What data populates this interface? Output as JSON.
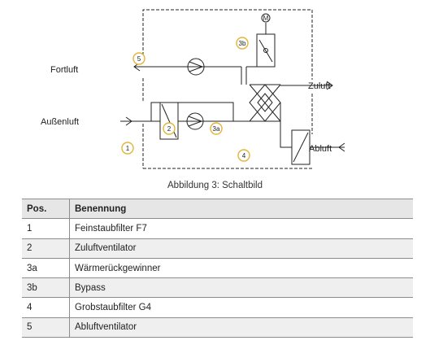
{
  "diagram": {
    "labels": {
      "fortluft": "Fortluft",
      "aussenluft": "Außenluft",
      "zuluft": "Zuluft",
      "abluft": "Abluft",
      "motor": "M"
    },
    "badges": [
      "1",
      "2",
      "3a",
      "3b",
      "4",
      "5"
    ]
  },
  "caption": "Abbildung 3: Schaltbild",
  "table": {
    "headers": [
      "Pos.",
      "Benennung"
    ],
    "rows": [
      {
        "pos": "1",
        "name": "Feinstaubfilter F7"
      },
      {
        "pos": "2",
        "name": "Zuluftventilator"
      },
      {
        "pos": "3a",
        "name": "Wärmerückgewinner"
      },
      {
        "pos": "3b",
        "name": "Bypass"
      },
      {
        "pos": "4",
        "name": "Grobstaubfilter G4"
      },
      {
        "pos": "5",
        "name": "Abluftventilator"
      }
    ]
  },
  "colors": {
    "badge_ring": "#e3b43c",
    "header_bg": "#e6e6e6",
    "row_alt_bg": "#efefef"
  }
}
